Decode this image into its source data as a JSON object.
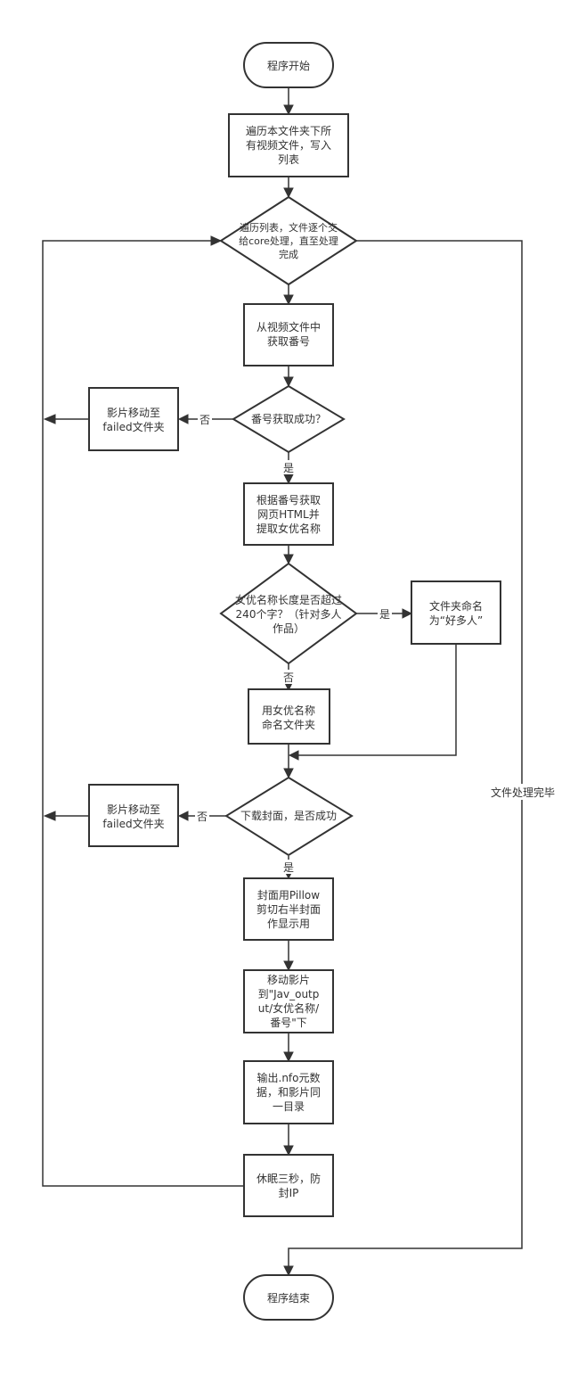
{
  "nodes": {
    "start": [
      "程序开始"
    ],
    "list_files": [
      "遍历本文件夹下所",
      "有视频文件，写入",
      "列表"
    ],
    "loop_decision": [
      "遍历列表，文件逐个交",
      "给core处理，直至处理",
      "完成"
    ],
    "get_number": [
      "从视频文件中",
      "获取番号"
    ],
    "number_ok": [
      "番号获取成功？"
    ],
    "move_failed_1": [
      "影片移动至",
      "failed文件夹"
    ],
    "fetch_html": [
      "根据番号获取",
      "网页HTML并",
      "提取女优名称"
    ],
    "name_length": [
      "女优名称长度是否超过",
      "240个字？（针对多人",
      "作品）"
    ],
    "name_many": [
      "文件夹命名",
      "为“好多人”"
    ],
    "name_actress": [
      "用女优名称",
      "命名文件夹"
    ],
    "cover_ok": [
      "下载封面，是否成功"
    ],
    "move_failed_2": [
      "影片移动至",
      "failed文件夹"
    ],
    "crop_cover": [
      "封面用Pillow",
      "剪切右半封面",
      "作显示用"
    ],
    "move_movie": [
      "移动影片",
      "到\"Jav_outp",
      "ut/女优名称/",
      "番号\"下"
    ],
    "write_nfo": [
      "输出.nfo元数",
      "据，和影片同",
      "一目录"
    ],
    "sleep": [
      "休眠三秒，防",
      "封IP"
    ],
    "end": [
      "程序结束"
    ]
  },
  "edge_labels": {
    "number_no": "否",
    "number_yes": "是",
    "length_yes": "是",
    "length_no": "否",
    "cover_no": "否",
    "cover_yes": "是",
    "all_done": "文件处理完毕"
  }
}
